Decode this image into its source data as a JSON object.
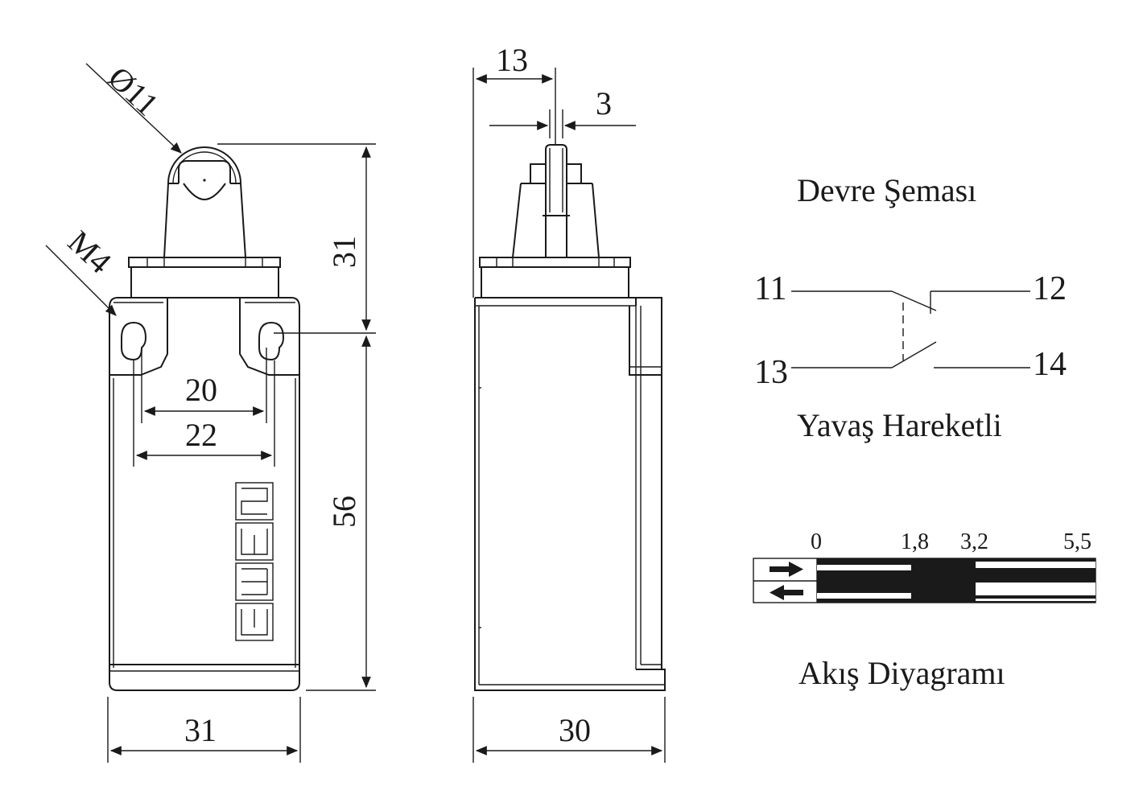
{
  "dimensions": {
    "roller_diameter": "Ø11",
    "mount_thread": "M4",
    "actuator_height": "31",
    "body_height": "56",
    "hole_spacing_inner": "20",
    "hole_spacing_outer": "22",
    "front_width": "31",
    "side_depth": "30",
    "plunger_offset": "13",
    "plunger_width": "3"
  },
  "circuit": {
    "title": "Devre Şeması",
    "terminals": [
      "11",
      "12",
      "13",
      "14"
    ],
    "action": "Yavaş Hareketli"
  },
  "flow_diagram": {
    "title": "Akış Diyagramı",
    "scale_labels": [
      "0",
      "1,8",
      "3,2",
      "5,5"
    ]
  },
  "colors": {
    "ink": "#1a1a1a",
    "paper": "#ffffff"
  },
  "icons": [
    "arrow-right-icon",
    "arrow-left-icon",
    "emas-logo"
  ]
}
